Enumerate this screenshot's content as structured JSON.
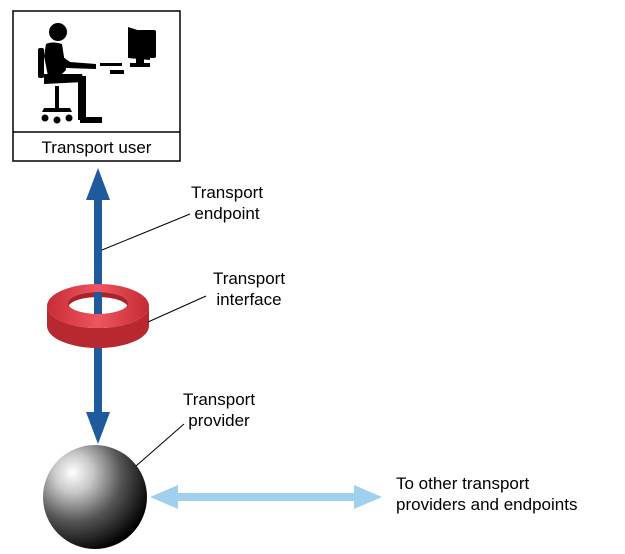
{
  "labels": {
    "user": "Transport user",
    "endpoint": [
      "Transport",
      "endpoint"
    ],
    "interface": [
      "Transport",
      "interface"
    ],
    "provider": [
      "Transport",
      "provider"
    ],
    "other": [
      "To other transport",
      "providers and endpoints"
    ]
  },
  "icons": {
    "user": "person-at-computer-icon",
    "interface": "ring-icon",
    "provider": "sphere-icon"
  },
  "colors": {
    "endpoint_arrow": "#1f5a9c",
    "other_arrow": "#9fd1ee",
    "ring": "#e8404a",
    "ring_dark": "#a8242c",
    "sphere_light": "#ffffff",
    "sphere_dark": "#000000"
  }
}
